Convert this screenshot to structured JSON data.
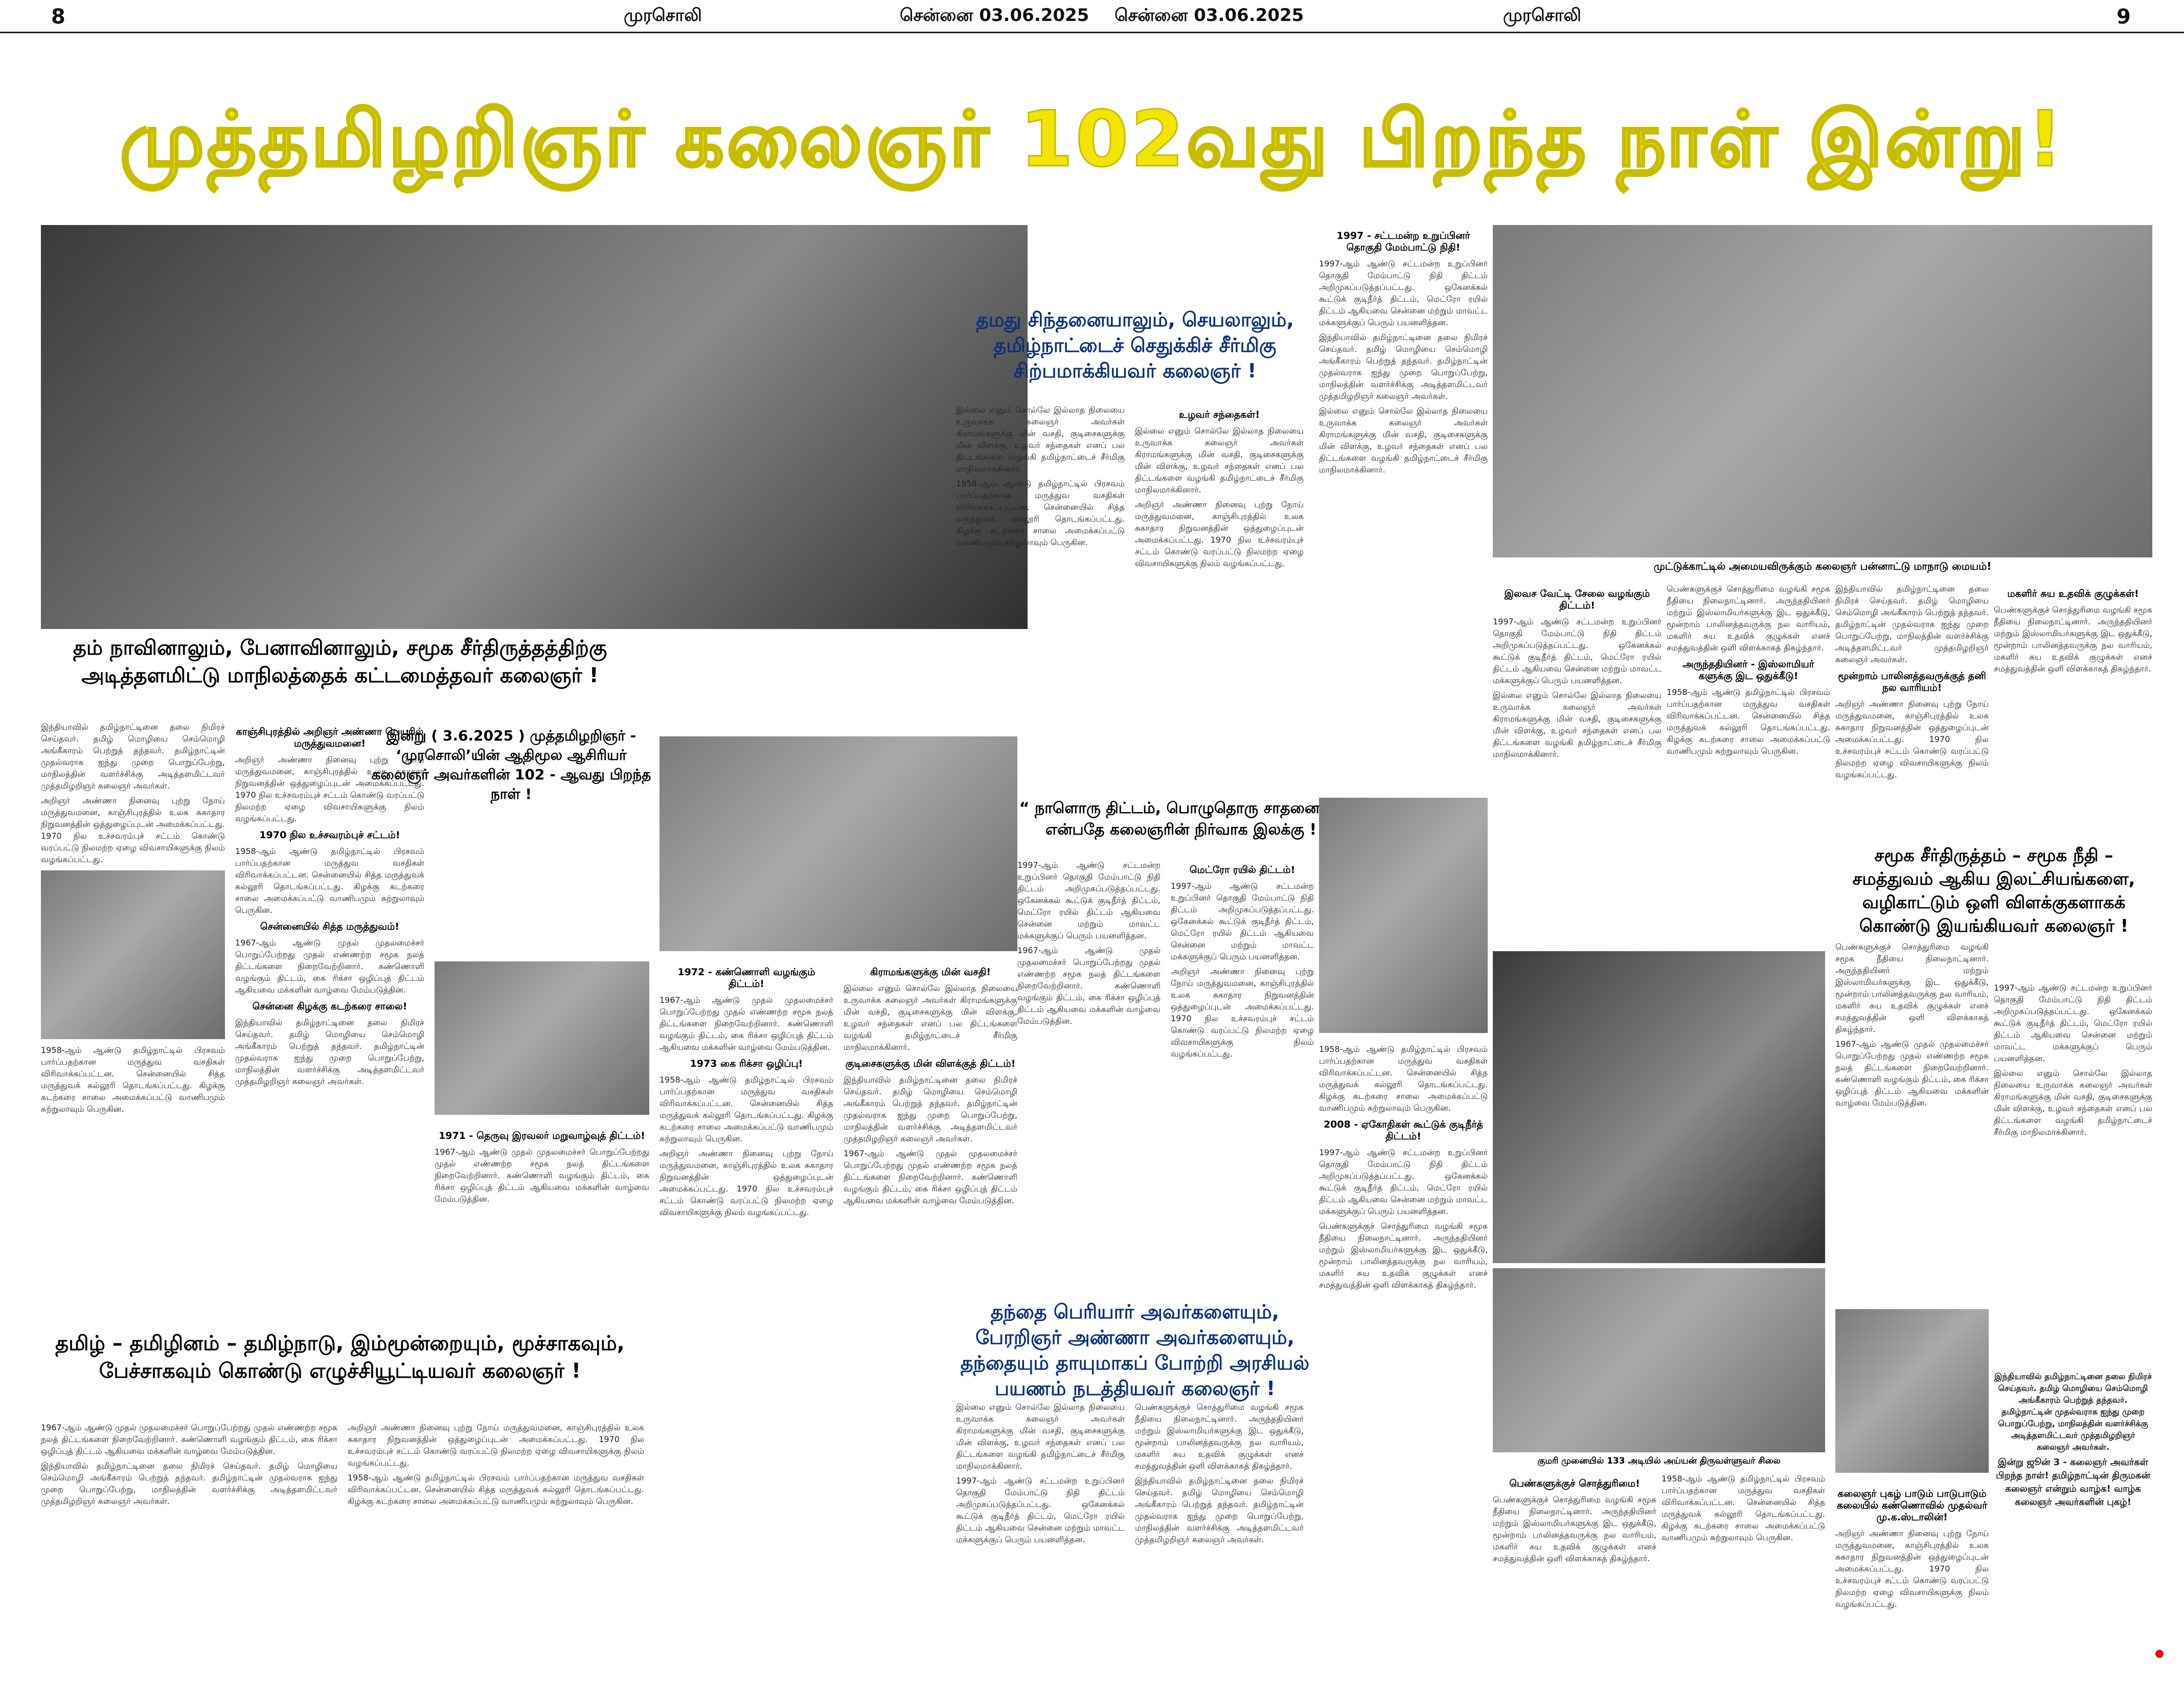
{
  "header": {
    "left_page": "8",
    "left_paper": "முரசொலி",
    "left_date": "சென்னை 03.06.2025",
    "right_date": "சென்னை 03.06.2025",
    "right_paper": "முரசொலி",
    "right_page": "9"
  },
  "banner": {
    "title": "முத்தமிழறிஞர் கலைஞர்  102வது பிறந்த நாள் இன்று!"
  },
  "headlines": {
    "left_top": "தம் நாவினாலும், பேனாவினாலும், சமூக சீர்திருத்தத்திற்கு அடித்தளமிட்டு மாநிலத்தைக் கட்டமைத்தவர் கலைஞர் !",
    "center_top": "தமது சிந்தனையாலும், செயலாலும், தமிழ்நாட்டைச் செதுக்கிச் சீர்மிகு சிற்பமாக்கியவர் கலைஞர் !",
    "center_feature": "இன்று ( 3.6.2025 ) முத்தமிழறிஞர் - ‘முரசொலி’யின் ஆதிமூல ஆசிரியர் கலைஞர் அவர்களின் 102 - ஆவது பிறந்த நாள் !",
    "center_quote": "“ நாளொரு திட்டம், பொழுதொரு சாதனை” – என்பதே கலைஞரின் நிர்வாக இலக்கு !",
    "left_bottom": "தமிழ் – தமிழினம் – தமிழ்நாடு, இம்மூன்றையும், மூச்சாகவும், பேச்சாகவும் கொண்டு எழுச்சியூட்டியவர் கலைஞர் !",
    "center_bottom": "தந்தை பெரியார் அவர்களையும், பேரறிஞர் அண்ணா அவர்களையும், தந்தையும் தாயுமாகப் போற்றி அரசியல் பயணம் நடத்தியவர் கலைஞர் !",
    "right_middle": "சமூக சீர்திருத்தம் – சமூக நீதி – சமத்துவம் ஆகிய இலட்சியங்களை, வழிகாட்டும் ஒளி விளக்குகளாகக் கொண்டு இயங்கியவர் கலைஞர் !"
  },
  "captions": {
    "right_top": "முட்டுக்காட்டில் அமையவிருக்கும் கலைஞர் பன்னாட்டு மாநாடு மையம்!",
    "right_bottom": "குமரி முனையில் 133 அடியில் அய்யன் திருவள்ளுவர் சிலை"
  },
  "subheads": {
    "s1": "காஞ்சிபுரத்தில் அறிஞர் அண்ணா பெயரில் மருத்துவமனை!",
    "s2": "1970 நில உச்சவரம்புச் சட்டம்!",
    "s3": "சென்னையில் சித்த மருத்துவம்!",
    "s4": "சென்னை கிழக்கு கடற்கரை சாலை!",
    "s5": "1971 - தெருவு இரவலர் மறுவாழ்வுத் திட்டம்!",
    "s6": "1972 - கண்ணொளி வழங்கும் திட்டம்!",
    "s7": "1973 கை ரிக்சா ஒழிப்பு!",
    "s8": "கிராமங்களுக்கு மின் வசதி!",
    "s9": "குடிசைகளுக்கு மின் விளக்குத் திட்டம்!",
    "s10": "உழவர் சந்தைகள்!",
    "s11": "1997 - சட்டமன்ற உறுப்பினர் தொகுதி மேம்பாட்டு நிதி!",
    "s12": "2008 - ஏகோதிகள் கூட்டுக் குடிநீர்த் திட்டம்!",
    "s13": "இலவச வேட்டி சேலை வழங்கும் திட்டம்!",
    "s14": "மெட்ரோ ரயில் திட்டம்!",
    "s15": "பெண்களுக்குச் சொத்துரிமை!",
    "s16": "அருந்ததியினர் - இஸ்லாமியர் களுக்கு இட ஒதுக்கீடு!",
    "s17": "மூன்றாம் பாலினத்தவருக்குத் தனி நல வாரியம்!",
    "s18": "மகளிர் சுய உதவிக் குழுக்கள்!",
    "s19": "கலைஞர் புகழ் பாடும் பாடுபாடும் கலையில் கண்ணொவில் முதல்வர் மு.க.ஸ்டாலின்!"
  },
  "body_snippets": {
    "c1": "இந்தியாவில் தமிழ்நாட்டினை தலை நிமிரச் செய்தவர். தமிழ் மொழியை செம்மொழி அங்கீகாரம் பெற்றுத் தந்தவர். தமிழ்நாட்டின் முதல்வராக ஐந்து முறை பொறுப்பேற்று, மாநிலத்தின் வளர்ச்சிக்கு அடித்தளமிட்டவர் முத்தமிழறிஞர் கலைஞர் அவர்கள்.",
    "c2": "அறிஞர் அண்ணா நினைவு புற்று நோய் மருத்துவமனை, காஞ்சிபுரத்தில் உலக சுகாதார நிறுவனத்தின் ஒத்துழைப்புடன் அமைக்கப்பட்டது. 1970 நில உச்சவரம்புச் சட்டம் கொண்டு வரப்பட்டு நிலமற்ற ஏழை விவசாயிகளுக்கு நிலம் வழங்கப்பட்டது.",
    "c3": "1958-ஆம் ஆண்டு தமிழ்நாட்டில் பிரசவம் பார்ப்பதற்கான மருத்துவ வசதிகள் விரிவாக்கப்பட்டன. சென்னையில் சித்த மருத்துவக் கல்லூரி தொடங்கப்பட்டது. கிழக்கு கடற்கரை சாலை அமைக்கப்பட்டு வாணிபமும் சுற்றுலாவும் பெருகின.",
    "c4": "1967-ஆம் ஆண்டு முதல் முதலமைச்சர் பொறுப்பேற்றது முதல் எண்ணற்ற சமூக நலத் திட்டங்களை நிறைவேற்றினார். கண்ணொளி வழங்கும் திட்டம், கை ரிக்சா ஒழிப்புத் திட்டம் ஆகியவை மக்களின் வாழ்வை மேம்படுத்தின.",
    "c5": "இல்லை எனும் சொல்லே இல்லாத நிலையை உருவாக்க கலைஞர் அவர்கள் கிராமங்களுக்கு மின் வசதி, குடிசைகளுக்கு மின் விளக்கு, உழவர் சந்தைகள் எனப் பல திட்டங்களை வழங்கி தமிழ்நாட்டைச் சீர்மிகு மாநிலமாக்கினார்.",
    "c6": "1997-ஆம் ஆண்டு சட்டமன்ற உறுப்பினர் தொகுதி மேம்பாட்டு நிதி திட்டம் அறிமுகப்படுத்தப்பட்டது. ஒகேனக்கல் கூட்டுக் குடிநீர்த் திட்டம், மெட்ரோ ரயில் திட்டம் ஆகியவை சென்னை மற்றும் மாவட்ட மக்களுக்குப் பெரும் பயனளித்தன.",
    "c7": "பெண்களுக்குச் சொத்துரிமை வழங்கி சமூக நீதியை நிலைநாட்டினார். அருந்ததியினர் மற்றும் இஸ்லாமியர்களுக்கு இட ஒதுக்கீடு, மூன்றாம் பாலினத்தவருக்கு நல வாரியம், மகளிர் சுய உதவிக் குழுக்கள் எனச் சமத்துவத்தின் ஒளி விளக்காகத் திகழ்ந்தார்.",
    "c8": "இன்று ஜூன் 3 - கலைஞர் அவர்கள் பிறந்த நாள்! தமிழ்நாட்டின் திருமகன் கலைஞர் என்றும் வாழ்க! வாழ்க கலைஞர் அவர்களின் புகழ்!"
  }
}
